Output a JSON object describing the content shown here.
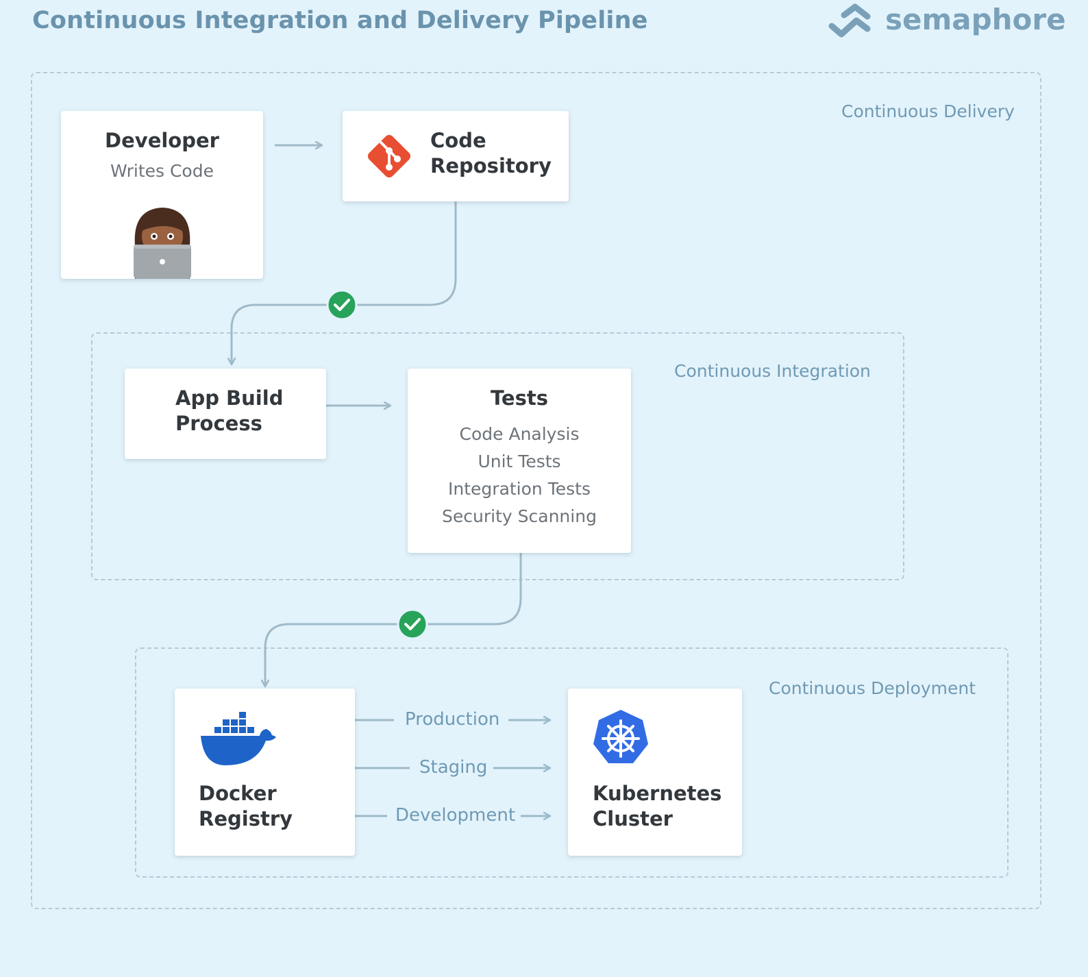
{
  "header": {
    "title": "Continuous Integration and Delivery Pipeline",
    "brand": "semaphore"
  },
  "zones": {
    "delivery": "Continuous Delivery",
    "integration": "Continuous Integration",
    "deployment": "Continuous Deployment"
  },
  "developer": {
    "title": "Developer",
    "subtitle": "Writes Code",
    "icon": "developer-laptop-emoji"
  },
  "repository": {
    "title_line1": "Code",
    "title_line2": "Repository",
    "icon": "git-icon"
  },
  "build": {
    "title_line1": "App Build",
    "title_line2": "Process"
  },
  "tests": {
    "title": "Tests",
    "items": [
      "Code Analysis",
      "Unit Tests",
      "Integration Tests",
      "Security Scanning"
    ]
  },
  "registry": {
    "title_line1": "Docker",
    "title_line2": "Registry",
    "icon": "docker-whale-icon"
  },
  "cluster": {
    "title_line1": "Kubernetes",
    "title_line2": "Cluster",
    "icon": "kubernetes-helm-icon"
  },
  "environments": [
    "Production",
    "Staging",
    "Development"
  ],
  "colors": {
    "background": "#e3f3fb",
    "accent": "#6f9ab4",
    "success": "#27a35a",
    "git": "#e84e31",
    "docker": "#1d63c8",
    "kubernetes": "#326ce5"
  }
}
